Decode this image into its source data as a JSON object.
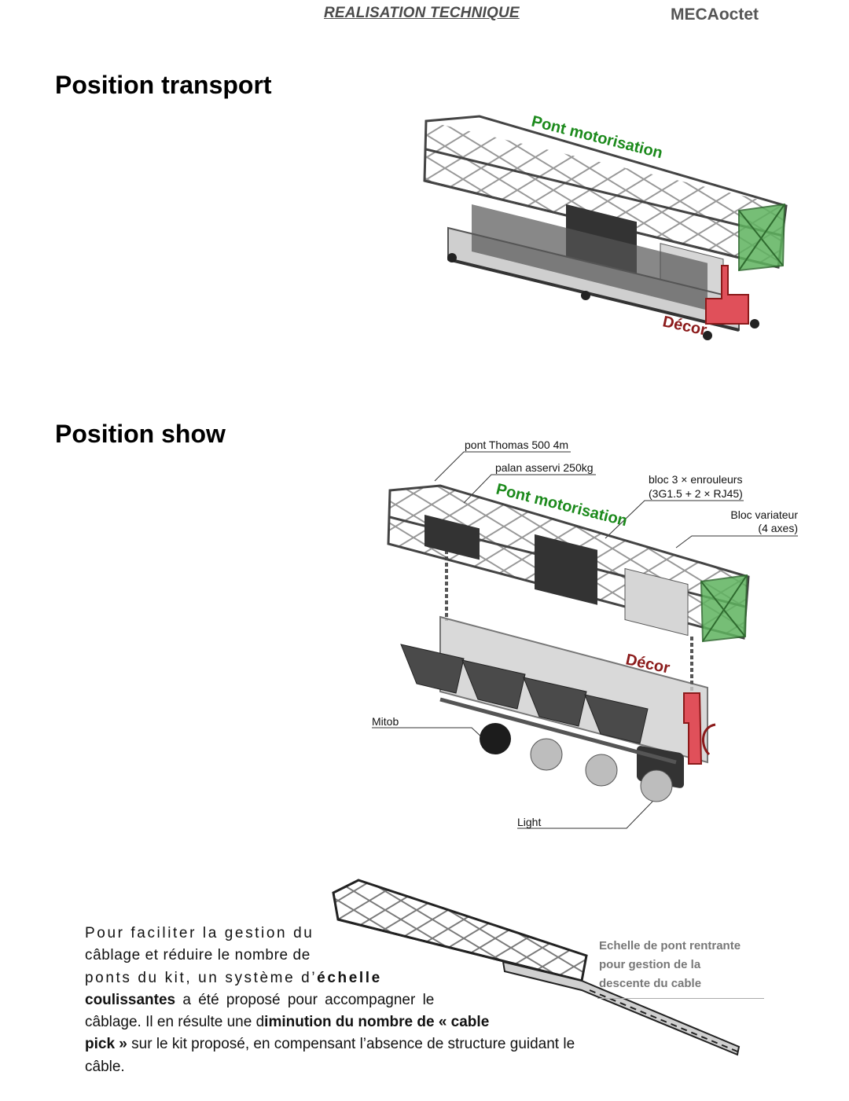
{
  "header": {
    "center_title": "REALISATION TECHNIQUE",
    "brand": "MECAoctet"
  },
  "sections": {
    "transport": {
      "title": "Position transport",
      "labels": {
        "pont": "Pont motorisation",
        "decor": "Décor"
      }
    },
    "show": {
      "title": "Position show",
      "labels": {
        "pont": "Pont motorisation",
        "decor": "Décor"
      },
      "callouts": {
        "truss": "pont Thomas 500 4m",
        "hoist": "palan asservi 250kg",
        "reels_line1": "bloc 3 × enrouleurs",
        "reels_line2": "(3G1.5 + 2 × RJ45)",
        "dimmer_line1": "Bloc variateur",
        "dimmer_line2": "(4 axes)",
        "mitob": "Mitob",
        "light": "Light"
      }
    }
  },
  "paragraph": {
    "l1": "Pour faciliter la gestion du",
    "l2": "câblage et réduire le nombre de",
    "l3a": "ponts du kit, un système d’",
    "l3b": "échelle",
    "l4a": "coulissantes",
    "l4b": " a été proposé pour accompagner le",
    "l5a": "câblage. Il en résulte une d",
    "l5b": "iminution du nombre de « cable",
    "l6a": "pick »",
    "l6b": " sur le kit proposé, en compensant l’absence de structure guidant le",
    "l7": "câble."
  },
  "side_note": {
    "l1": "Echelle de pont rentrante",
    "l2": "pour gestion de la",
    "l3": "descente du cable"
  },
  "colors": {
    "green_label": "#1c8a1c",
    "red_label": "#8b1a1a",
    "decor_fill": "#e0505a",
    "end_panel_fill": "#5fb35f"
  }
}
